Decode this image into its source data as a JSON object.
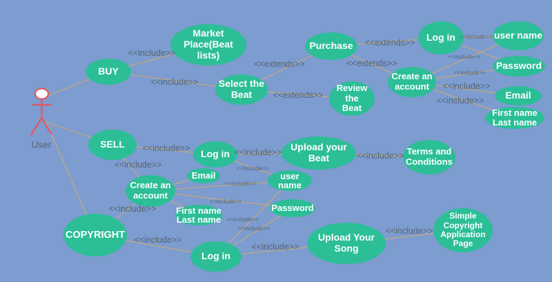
{
  "canvas": {
    "background_color": "#7D9CD0",
    "node_fill_color": "#2CBE96",
    "node_text_color": "#FFFFFF",
    "connector_color": "#B5A78D",
    "edge_label_color": "#57646F",
    "actor_color": "#E4565C"
  },
  "actor": {
    "label": "User"
  },
  "edges": {
    "include_label": "<<include>>",
    "extends_label": "<<extends>>"
  },
  "nodes": {
    "buy": {
      "label": "BUY"
    },
    "market_place": {
      "label": "Market Place(Beat\nlists)"
    },
    "select_beat": {
      "label": "Select the\nBeat"
    },
    "purchase": {
      "label": "Purchase"
    },
    "review_beat": {
      "label": "Review the\nBeat"
    },
    "login_top": {
      "label": "Log in"
    },
    "username_top": {
      "label": "user name"
    },
    "password_top": {
      "label": "Password"
    },
    "email_top": {
      "label": "Email"
    },
    "firstlast_top": {
      "label": "First name\nLast name"
    },
    "create_account_top": {
      "label": "Create an\naccount"
    },
    "sell": {
      "label": "SELL"
    },
    "login_mid": {
      "label": "Log in"
    },
    "email_mid": {
      "label": "Email"
    },
    "create_account_mid": {
      "label": "Create an\naccount"
    },
    "firstlast_mid": {
      "label": "First name\nLast name"
    },
    "username_mid": {
      "label": "user\nname"
    },
    "password_mid": {
      "label": "Password"
    },
    "copyright": {
      "label": "COPYRIGHT"
    },
    "login_bottom": {
      "label": "Log in"
    },
    "upload_beat": {
      "label": "Upload your Beat"
    },
    "terms": {
      "label": "Terms and\nConditions"
    },
    "upload_song": {
      "label": "Upload Your Song"
    },
    "simple_page": {
      "label": "Simple\nCopyright\nApplication\nPage"
    }
  },
  "connections": [
    {
      "from": "User",
      "to": "buy",
      "type": "association"
    },
    {
      "from": "User",
      "to": "sell",
      "type": "association"
    },
    {
      "from": "User",
      "to": "copyright",
      "type": "association"
    },
    {
      "from": "buy",
      "to": "market_place",
      "type": "include"
    },
    {
      "from": "buy",
      "to": "select_beat",
      "type": "include"
    },
    {
      "from": "select_beat",
      "to": "purchase",
      "type": "extends"
    },
    {
      "from": "select_beat",
      "to": "review_beat",
      "type": "extends"
    },
    {
      "from": "purchase",
      "to": "login_top",
      "type": "extends"
    },
    {
      "from": "purchase",
      "to": "create_account_top",
      "type": "extends"
    },
    {
      "from": "login_top",
      "to": "username_top",
      "type": "include"
    },
    {
      "from": "login_top",
      "to": "password_top",
      "type": "include"
    },
    {
      "from": "create_account_top",
      "to": "username_top",
      "type": "include"
    },
    {
      "from": "create_account_top",
      "to": "password_top",
      "type": "include"
    },
    {
      "from": "create_account_top",
      "to": "email_top",
      "type": "include"
    },
    {
      "from": "create_account_top",
      "to": "firstlast_top",
      "type": "include"
    },
    {
      "from": "sell",
      "to": "login_mid",
      "type": "include"
    },
    {
      "from": "sell",
      "to": "create_account_mid",
      "type": "include"
    },
    {
      "from": "login_mid",
      "to": "upload_beat",
      "type": "include"
    },
    {
      "from": "login_mid",
      "to": "username_mid",
      "type": "include"
    },
    {
      "from": "create_account_mid",
      "to": "email_mid",
      "type": "include"
    },
    {
      "from": "create_account_mid",
      "to": "username_mid",
      "type": "include"
    },
    {
      "from": "create_account_mid",
      "to": "password_mid",
      "type": "include"
    },
    {
      "from": "create_account_mid",
      "to": "firstlast_mid",
      "type": "include"
    },
    {
      "from": "login_bottom",
      "to": "username_mid",
      "type": "include"
    },
    {
      "from": "login_bottom",
      "to": "password_mid",
      "type": "include"
    },
    {
      "from": "copyright",
      "to": "create_account_mid",
      "type": "include"
    },
    {
      "from": "copyright",
      "to": "login_bottom",
      "type": "include"
    },
    {
      "from": "login_bottom",
      "to": "upload_song",
      "type": "include"
    },
    {
      "from": "upload_song",
      "to": "simple_page",
      "type": "include"
    },
    {
      "from": "upload_beat",
      "to": "terms",
      "type": "include"
    }
  ]
}
